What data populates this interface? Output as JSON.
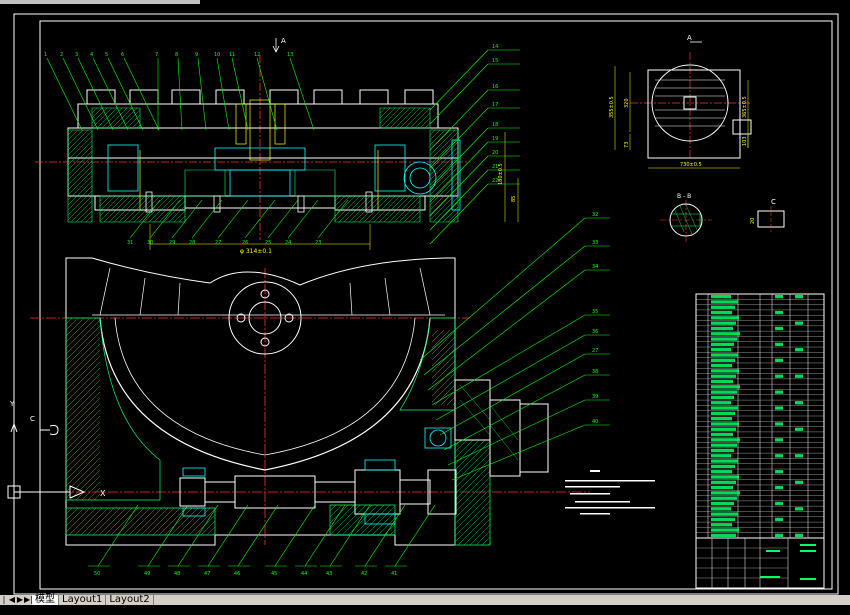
{
  "view": {
    "background": "#000000",
    "line_color_main": "#ffffff",
    "line_color_hatch": "#00ff66",
    "line_color_center": "#ff3030",
    "line_color_leader": "#00ff00",
    "line_color_dim": "#ffff00",
    "line_color_parts": "#00ffff"
  },
  "drawing": {
    "section_marker_top": "A",
    "section_marker_aux": "A",
    "section_marker_bb": "B - B",
    "section_marker_c": "C",
    "section_marker_c_left": "C",
    "part_numbers_top": [
      "1",
      "2",
      "3",
      "4",
      "5",
      "6",
      "7",
      "8",
      "9",
      "10",
      "11",
      "12",
      "13",
      "14",
      "15",
      "16",
      "17",
      "18",
      "19",
      "20",
      "21",
      "22"
    ],
    "part_numbers_bottom_top": [
      "31",
      "30",
      "29",
      "28",
      "27",
      "26",
      "25",
      "24",
      "23"
    ],
    "part_numbers_right_lower": [
      "32",
      "33",
      "34",
      "35",
      "36",
      "27",
      "38",
      "39",
      "40"
    ],
    "part_numbers_bottom_lower": [
      "50",
      "49",
      "48",
      "47",
      "46",
      "45",
      "44",
      "43",
      "42",
      "41"
    ],
    "dim_main": "φ 314±0.1",
    "dim_right": "180±0.5",
    "dim_right2": "85",
    "dim_aux_vert1": "355±0.5",
    "dim_aux_vert2": "320",
    "dim_aux_vert3": "73",
    "dim_aux_vert4": "365±0.5",
    "dim_aux_vert5": "103",
    "dim_aux_horz": "730±0.5",
    "dim_c": "20",
    "arrow_x_label": "X",
    "axis_y_label": "Y"
  },
  "title_block": {
    "rows": 46
  },
  "tabs": {
    "nav": [
      "|◀",
      "◀",
      "▶",
      "▶|"
    ],
    "items": [
      {
        "label": "模型",
        "active": true
      },
      {
        "label": "Layout1",
        "active": false
      },
      {
        "label": "Layout2",
        "active": false
      }
    ]
  }
}
